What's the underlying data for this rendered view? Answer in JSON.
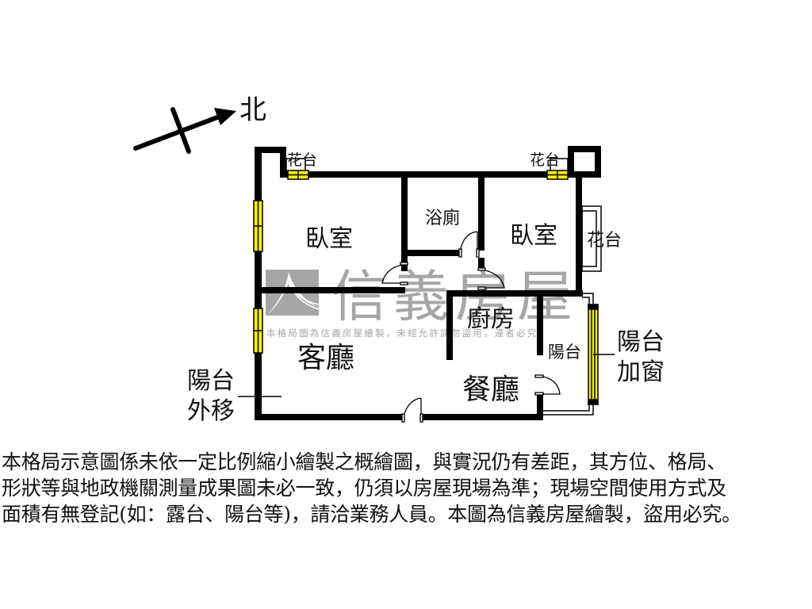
{
  "compass": {
    "label": "北",
    "icon": "north-arrow-icon"
  },
  "watermark": {
    "brand": "信義房屋",
    "notice": "本格局圖為信義房屋繪製，未經允許請勿盜用，違者必究",
    "color": "#a6a6a6"
  },
  "rooms": {
    "bedroom_left": "臥室",
    "bathroom": "浴廁",
    "bedroom_right": "臥室",
    "kitchen": "廚房",
    "living_room": "客廳",
    "dining_room": "餐廳",
    "balcony": "陽台"
  },
  "planters": {
    "top_left": "花台",
    "top_right": "花台",
    "right_side": "花台"
  },
  "annotations": {
    "balcony_moved_line1": "陽台",
    "balcony_moved_line2": "外移",
    "balcony_window_line1": "陽台",
    "balcony_window_line2": "加窗"
  },
  "colors": {
    "wall": "#000000",
    "window_fill": "#f2f200",
    "watermark": "#a6a6a6"
  },
  "disclaimer": {
    "lines": [
      "本格局示意圖係未依一定比例縮小繪製之概繪圖，與實況仍有差距，其方位、格局、",
      "形狀等與地政機關測量成果圖未必一致，仍須以房屋現場為準；現場空間使用方式及",
      "面積有無登記(如：露台、陽台等)，請洽業務人員。本圖為信義房屋繪製，盜用必究。"
    ]
  }
}
